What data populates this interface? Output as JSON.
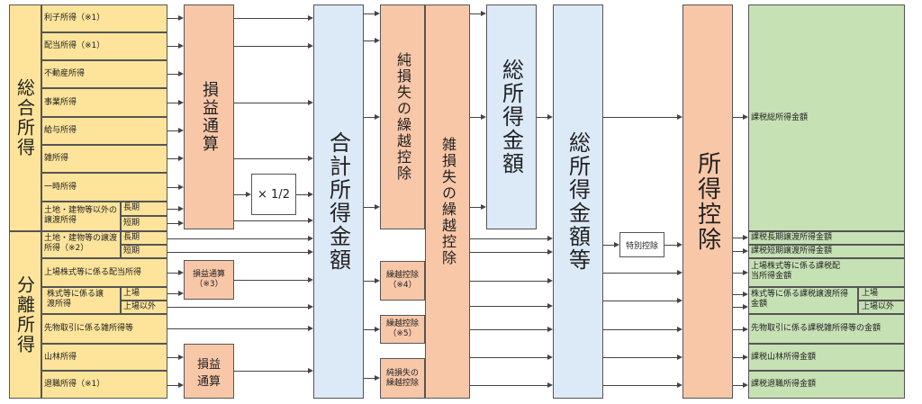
{
  "groups": {
    "sogo": "総合所得",
    "bunri": "分離所得"
  },
  "sogo_items": [
    {
      "label": "利子所得（※1）"
    },
    {
      "label": "配当所得（※1）"
    },
    {
      "label": "不動産所得"
    },
    {
      "label": "事業所得"
    },
    {
      "label": "給与所得"
    },
    {
      "label": "雑所得"
    },
    {
      "label": "一時所得"
    }
  ],
  "land_sogo": {
    "label": "土地・建物等以外の譲渡所得",
    "long": "長期",
    "short": "短期"
  },
  "land_bunri": {
    "label": "土地・建物等の譲渡所得（※2）",
    "long": "長期",
    "short": "短期"
  },
  "listed_dividend": "上場株式等に係る配当所得",
  "stock": {
    "label": "株式等に係る譲渡所得",
    "listed": "上場",
    "other": "上場以外"
  },
  "futures": "先物取引に係る雑所得等",
  "sanrin": "山林所得",
  "taishoku": "退職所得（※1）",
  "boxes": {
    "soneki1": "損益通算",
    "multiply": "× 1/2",
    "soneki3": "損益通算（※3）",
    "soneki_bottom": "損益通算",
    "gokei": "合計所得金額",
    "junson": "純損失の繰越控除",
    "kurikoshi4": "繰越控除（※4）",
    "kurikoshi5": "繰越控除（※5）",
    "junson_small": "純損失の繰越控除",
    "zatsu": "雑損失の繰越控除",
    "sou_kingaku": "総所得金額",
    "sou_kingaku_to": "総所得金額等",
    "tokubetsu": "特別控除",
    "shotoku_kojo": "所得控除"
  },
  "results": {
    "r1": "課税総所得金額",
    "r2": "課税長期譲渡所得金額",
    "r3": "課税短期譲渡所得金額",
    "r4": "上場株式等に係る課税配当所得金額",
    "r5": "株式等に係る課税譲渡所得金額",
    "r5a": "上場",
    "r5b": "上場以外",
    "r6": "先物取引に係る課税雑所得等の金額",
    "r7": "課税山林所得金額",
    "r8": "課税退職所得金額"
  }
}
